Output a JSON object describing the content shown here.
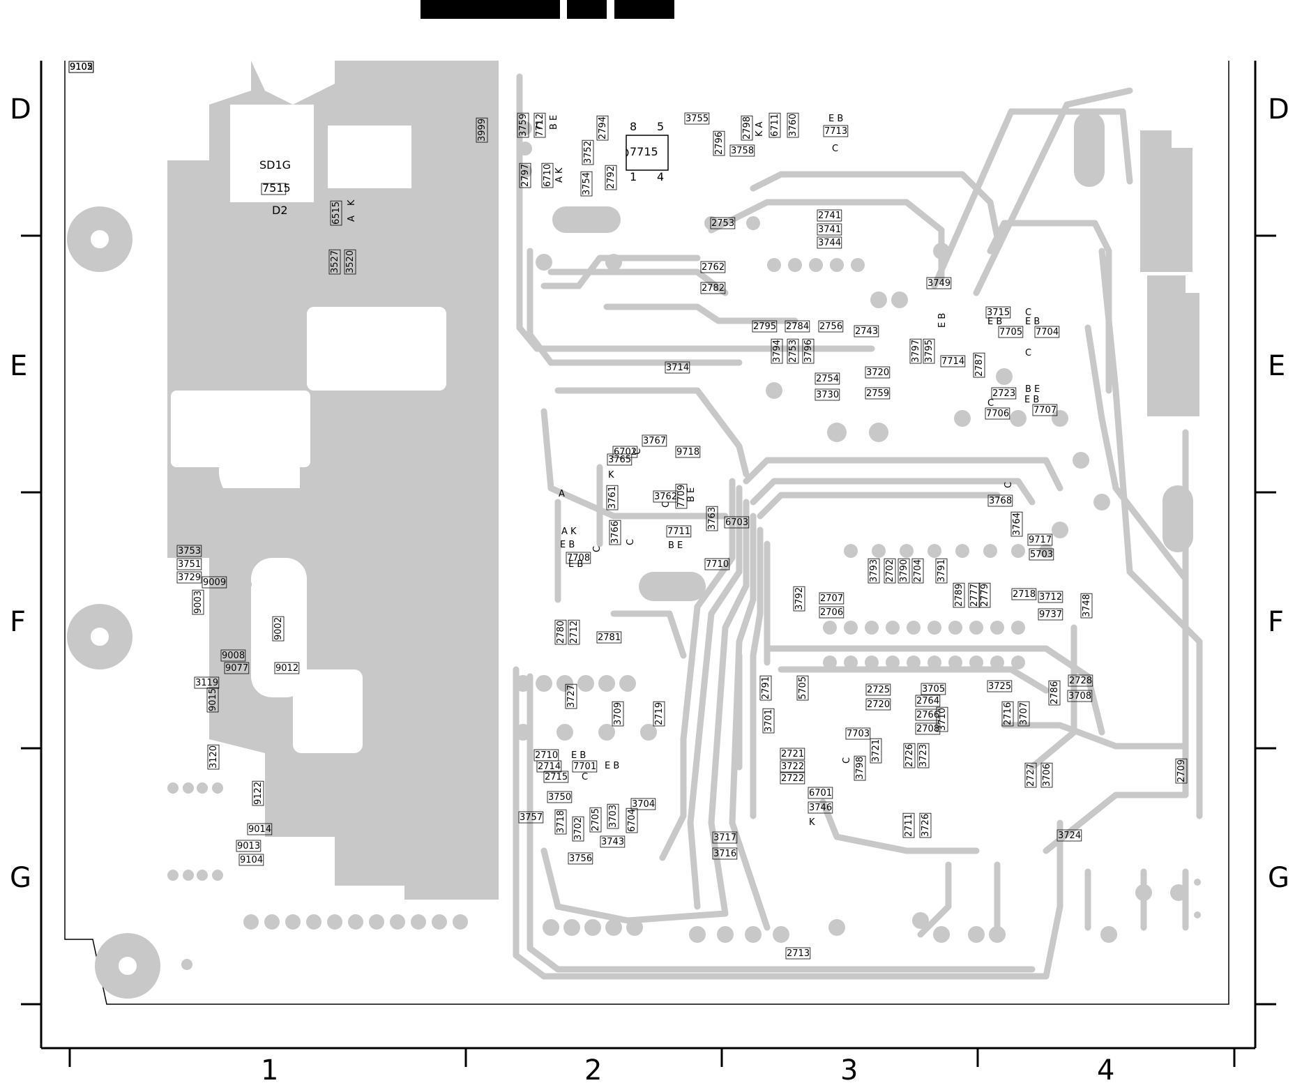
{
  "grid": {
    "rows_left": [
      "D",
      "E",
      "F",
      "G"
    ],
    "rows_right": [
      "D",
      "E",
      "F",
      "G"
    ],
    "columns": [
      "1",
      "2",
      "3",
      "4"
    ]
  },
  "ic": {
    "name": "7715",
    "pins": [
      "8",
      "5",
      "1",
      "4"
    ]
  },
  "part_labels": [
    "SD1G",
    "7515",
    "D2",
    "6515",
    "A",
    "K",
    "3527",
    "3520",
    "3999",
    "3759",
    "7712",
    "C",
    "B E",
    "6710",
    "A K",
    "2797",
    "3752",
    "3754",
    "2794",
    "2792",
    "3755",
    "2796",
    "3758",
    "2798",
    "K A",
    "6711",
    "3760",
    "E B",
    "7713",
    "C",
    "2753",
    "2741",
    "3741",
    "3744",
    "2762",
    "2782",
    "3749",
    "2795",
    "2784",
    "2756",
    "2743",
    "3794",
    "2753",
    "3796",
    "3797",
    "3795",
    "E B",
    "7714",
    "2787",
    "3715",
    "E B",
    "7705",
    "C",
    "E B",
    "7704",
    "C",
    "3714",
    "2754",
    "3730",
    "3720",
    "2759",
    "2723",
    "C",
    "7706",
    "B E",
    "E B",
    "7707",
    "C",
    "3767",
    "9718",
    "3765",
    "K",
    "6702",
    "A",
    "3761",
    "3762",
    "C",
    "7709",
    "B E",
    "3763",
    "6703",
    "A K",
    "E B",
    "7708",
    "C",
    "3766",
    "C",
    "7711",
    "B E",
    "E B",
    "7710",
    "C",
    "3768",
    "3764",
    "9717",
    "5703",
    "3793",
    "2702",
    "3790",
    "2704",
    "3791",
    "3792",
    "2707",
    "2706",
    "2789",
    "2777",
    "2779",
    "2718",
    "3712",
    "9737",
    "3748",
    "2780",
    "2712",
    "2781",
    "2791",
    "5705",
    "2725",
    "2720",
    "3705",
    "3725",
    "2728",
    "3708",
    "2786",
    "3727",
    "3709",
    "2719",
    "3701",
    "2764",
    "2766",
    "2708",
    "3710",
    "2716",
    "3707",
    "2710",
    "2714",
    "2715",
    "E B",
    "7701",
    "C",
    "E B",
    "7703",
    "C",
    "3798",
    "3721",
    "2721",
    "3722",
    "2722",
    "2726",
    "3723",
    "2727",
    "3706",
    "2709",
    "3750",
    "3757",
    "3718",
    "3702",
    "2705",
    "3703",
    "6704",
    "3704",
    "6701",
    "3746",
    "K",
    "2711",
    "3726",
    "3724",
    "3743",
    "3756",
    "3717",
    "3716",
    "2713",
    "3753",
    "3751",
    "3729",
    "9009",
    "9003",
    "9002",
    "9008",
    "9077",
    "9012",
    "3119",
    "9015",
    "3120",
    "9122",
    "9014",
    "9013",
    "9104",
    "9105",
    "9102",
    "9103"
  ]
}
